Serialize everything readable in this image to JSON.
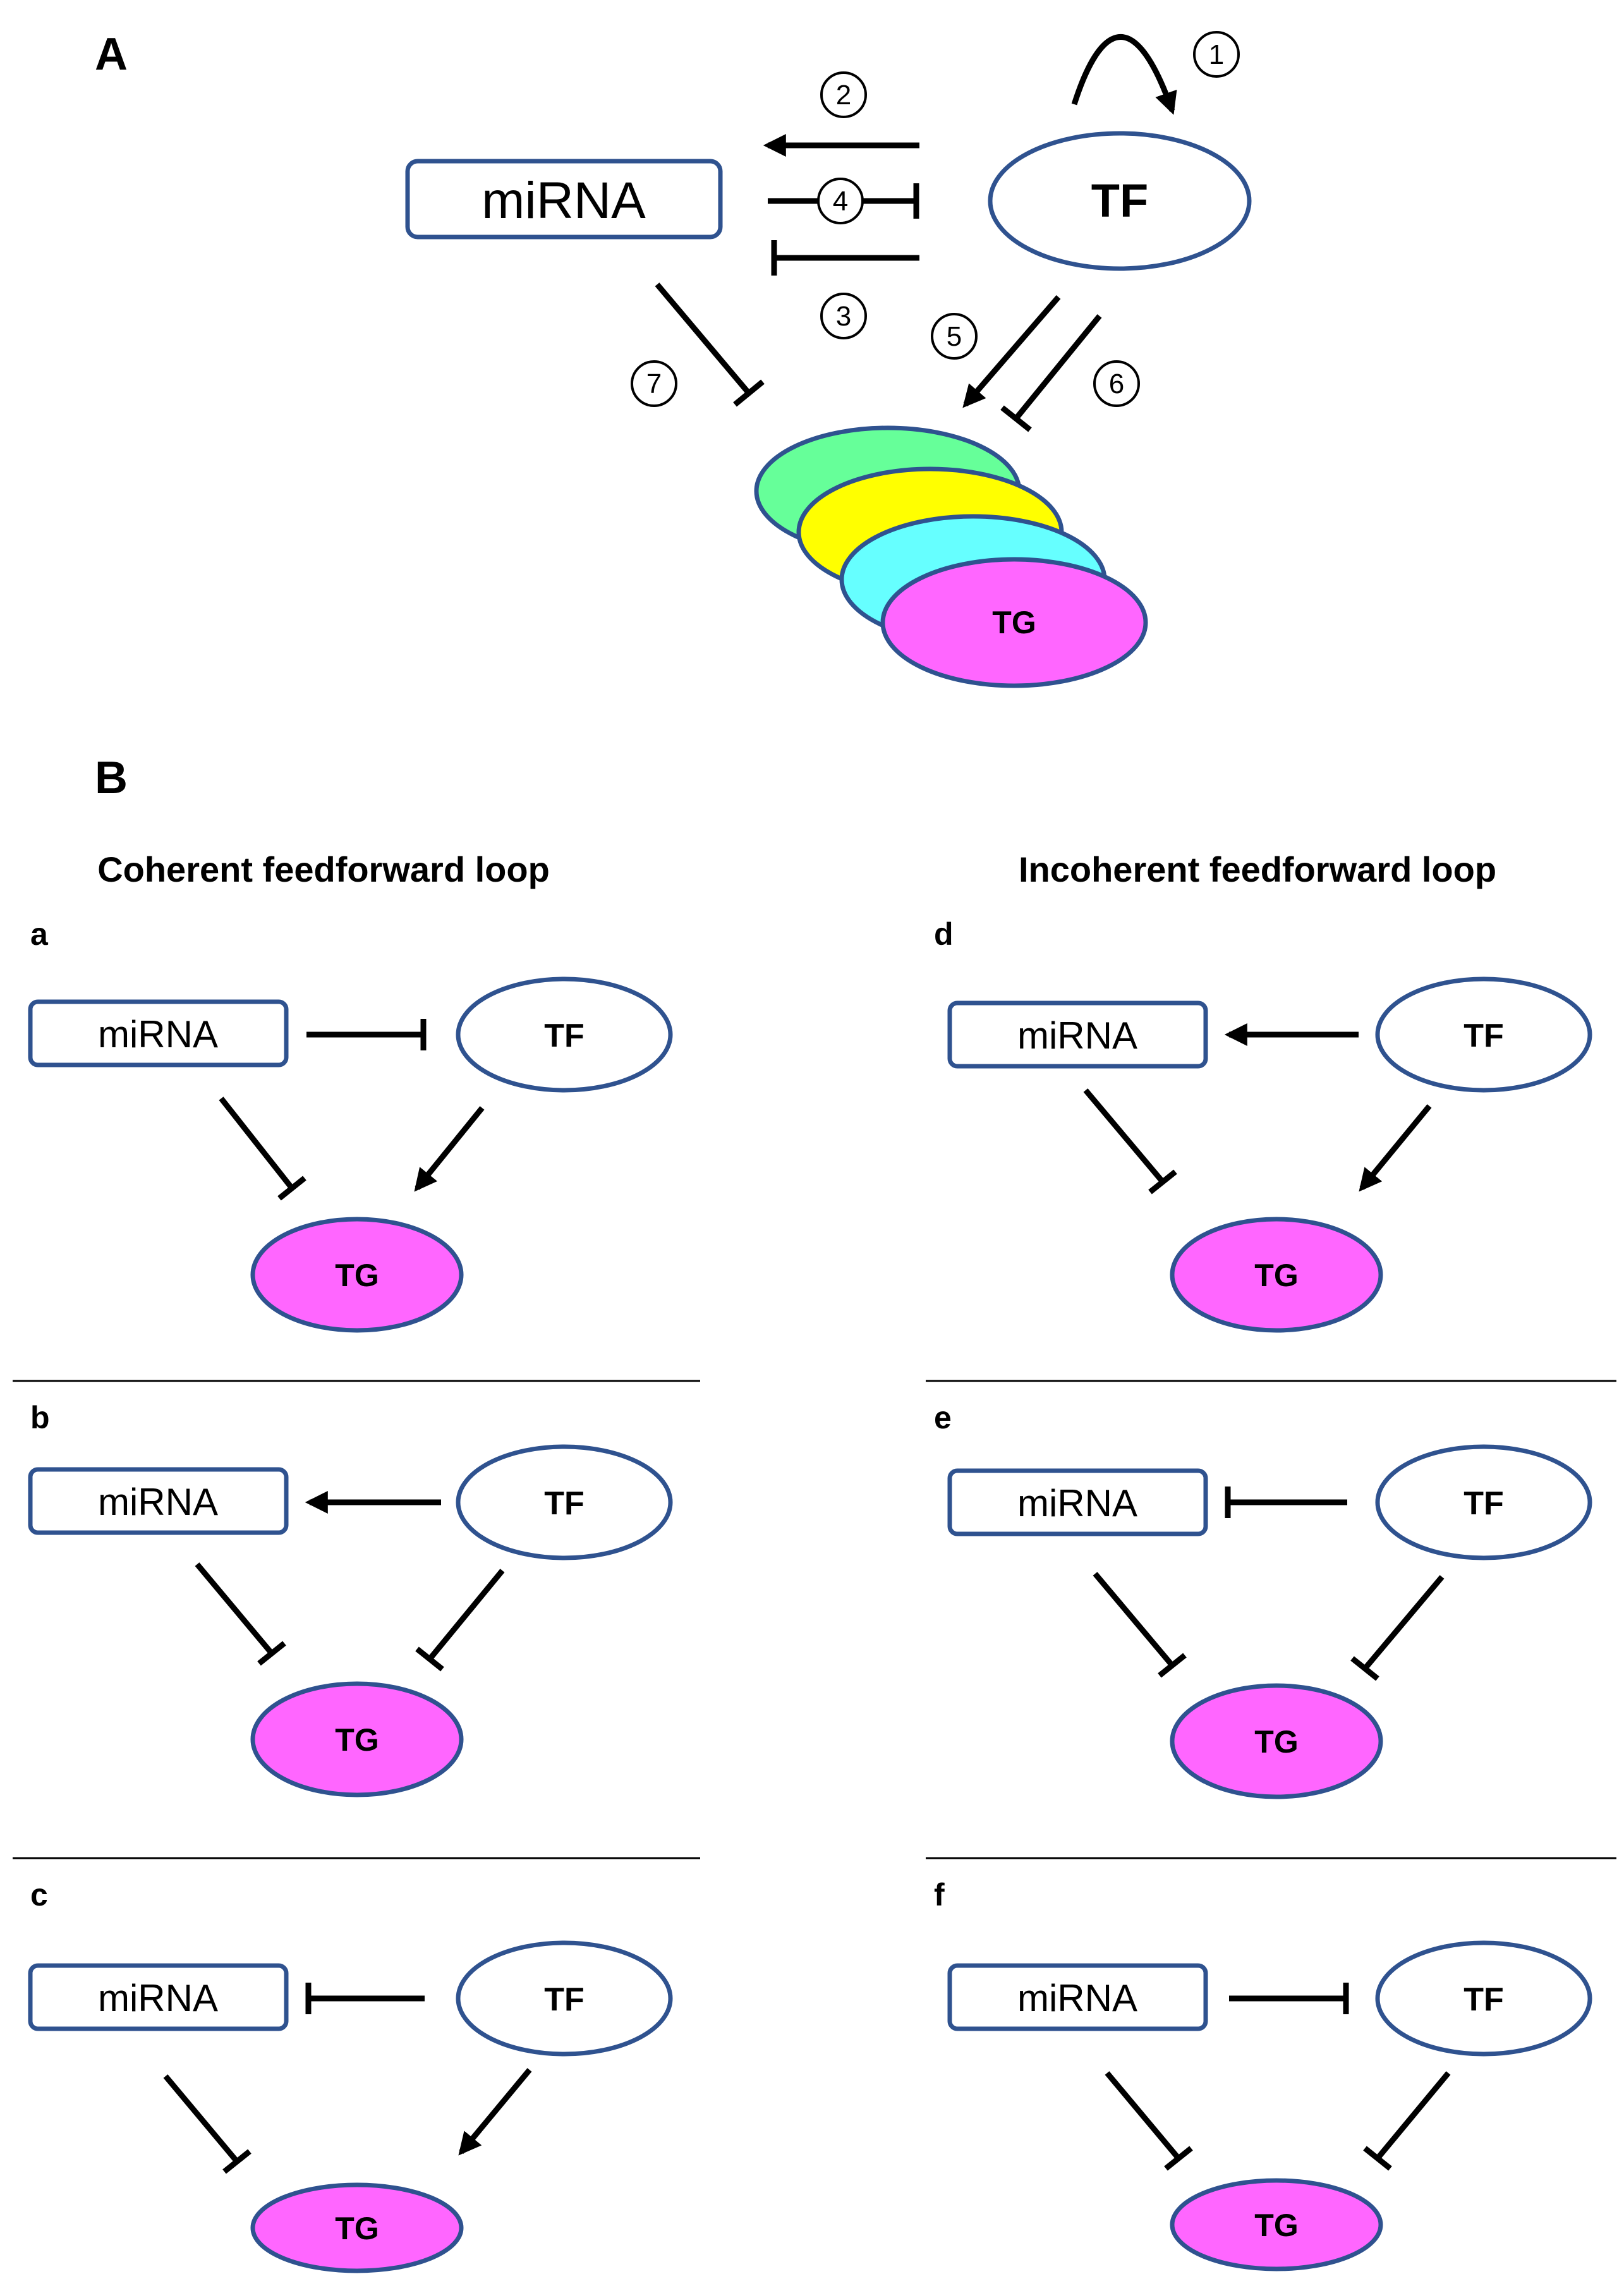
{
  "panel_A": {
    "label": "A",
    "mirna_label": "miRNA",
    "tf_label": "TF",
    "tg_label": "TG",
    "interactions": [
      "1",
      "2",
      "3",
      "4",
      "5",
      "6",
      "7"
    ],
    "tg_colors": [
      "#66ff99",
      "#ffff00",
      "#66ffff",
      "#ff66ff"
    ]
  },
  "panel_B": {
    "label": "B",
    "coherent_title": "Coherent feedforward loop",
    "incoherent_title": "Incoherent feedforward loop",
    "loops": [
      {
        "label": "a",
        "mirna": "miRNA",
        "tf": "TF",
        "tg": "TG",
        "tf_mirna": "miRNA ⊣ TF",
        "mirna_tg": "repression",
        "tf_tg": "activation"
      },
      {
        "label": "b",
        "mirna": "miRNA",
        "tf": "TF",
        "tg": "TG",
        "tf_mirna": "TF → miRNA",
        "mirna_tg": "repression",
        "tf_tg": "repression"
      },
      {
        "label": "c",
        "mirna": "miRNA",
        "tf": "TF",
        "tg": "TG",
        "tf_mirna": "TF ⊣ miRNA",
        "mirna_tg": "repression",
        "tf_tg": "activation"
      },
      {
        "label": "d",
        "mirna": "miRNA",
        "tf": "TF",
        "tg": "TG",
        "tf_mirna": "TF → miRNA",
        "mirna_tg": "repression",
        "tf_tg": "activation"
      },
      {
        "label": "e",
        "mirna": "miRNA",
        "tf": "TF",
        "tg": "TG",
        "tf_mirna": "TF ⊣ miRNA",
        "mirna_tg": "repression",
        "tf_tg": "repression"
      },
      {
        "label": "f",
        "mirna": "miRNA",
        "tf": "TF",
        "tg": "TG",
        "tf_mirna": "miRNA ⊣ TF",
        "mirna_tg": "repression",
        "tf_tg": "repression"
      }
    ]
  },
  "colors": {
    "node_outline": "#2f528f",
    "tg_fill": "#ff66ff"
  }
}
